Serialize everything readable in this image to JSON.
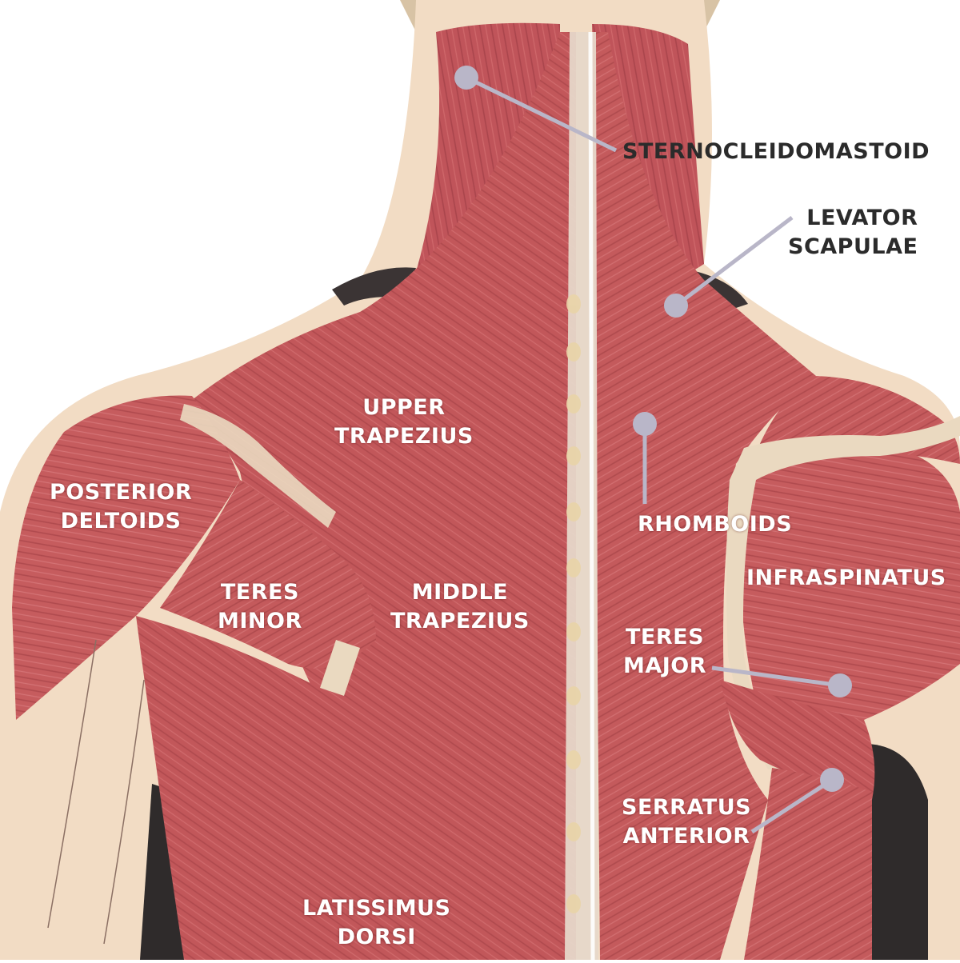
{
  "colors": {
    "background": "#ffffff",
    "skin": "#f2dcc4",
    "muscle": "#c2575a",
    "muscle_dark": "#a64246",
    "tendon": "#ead9c0",
    "pointer": "#b9b6c8",
    "label_light": "#ffffff",
    "label_dark": "#2b2b2b"
  },
  "labels": {
    "sternocleidomastoid": "STERNOCLEIDOMASTOID",
    "levator_scapulae": [
      "LEVATOR",
      "SCAPULAE"
    ],
    "upper_trapezius": [
      "UPPER",
      "TRAPEZIUS"
    ],
    "posterior_deltoids": [
      "POSTERIOR",
      "DELTOIDS"
    ],
    "rhomboids": "RHOMBOIDS",
    "infraspinatus": "INFRASPINATUS",
    "teres_minor": [
      "TERES",
      "MINOR"
    ],
    "middle_trapezius": [
      "MIDDLE",
      "TRAPEZIUS"
    ],
    "teres_major": [
      "TERES",
      "MAJOR"
    ],
    "serratus_anterior": [
      "SERRATUS",
      "ANTERIOR"
    ],
    "latissimus_dorsi": [
      "LATISSIMUS",
      "DORSI"
    ]
  }
}
